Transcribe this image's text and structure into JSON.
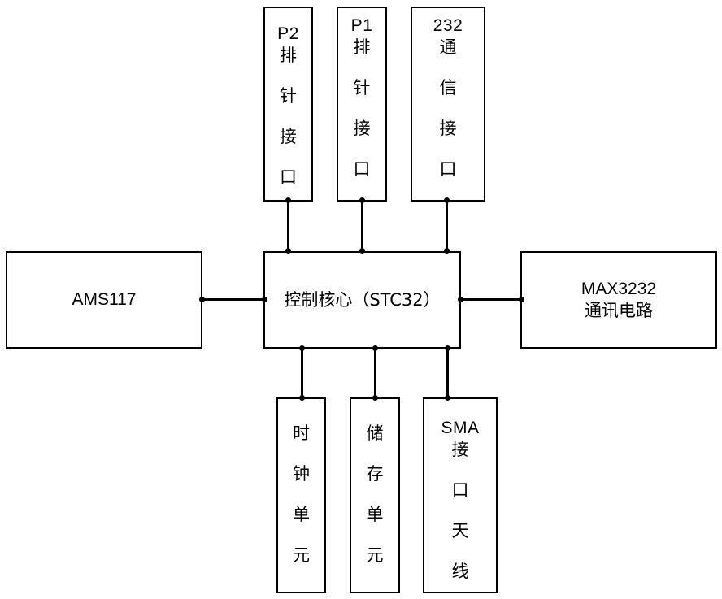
{
  "diagram": {
    "line_color": "#000000",
    "top_blocks": [
      {
        "header": "P2",
        "chars": [
          "排",
          "针",
          "接",
          "口"
        ]
      },
      {
        "header": "P1",
        "chars": [
          "排",
          "针",
          "接",
          "口"
        ]
      },
      {
        "header": "232",
        "chars": [
          "通",
          "信",
          "接",
          "口"
        ]
      }
    ],
    "bottom_blocks": [
      {
        "header": "",
        "chars": [
          "时",
          "钟",
          "单",
          "元"
        ]
      },
      {
        "header": "",
        "chars": [
          "储",
          "存",
          "单",
          "元"
        ]
      },
      {
        "header": "SMA",
        "chars": [
          "接",
          "口",
          "天",
          "线"
        ]
      }
    ],
    "core": {
      "label": "控制核心（STC32）"
    },
    "left": {
      "label": "AMS117"
    },
    "right": {
      "label_line1": "MAX3232",
      "label_line2": "通讯电路"
    }
  }
}
